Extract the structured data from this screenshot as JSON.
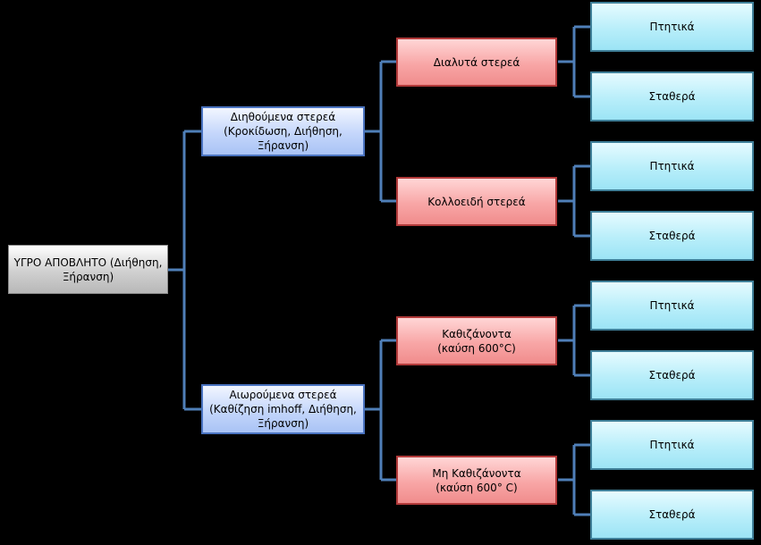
{
  "root": {
    "label": "ΥΓΡΟ ΑΠΟΒΛΗΤΟ (Διήθηση, Ξήρανση)"
  },
  "dissolved_branch": {
    "label": "Διηθούμενα στερεά (Κροκίδωση, Διήθηση, Ξήρανση)",
    "dissolved": {
      "label": "Διαλυτά στερεά",
      "volatile": "Πτητικά",
      "fixed": "Σταθερά"
    },
    "colloidal": {
      "label": "Κολλοειδή στερεά",
      "volatile": "Πτητικά",
      "fixed": "Σταθερά"
    }
  },
  "suspended_branch": {
    "label": "Αιωρούμενα στερεά (Καθίζηση imhoff, Διήθηση, Ξήρανση)",
    "settleable": {
      "label": "Καθιζάνοντα (καύση 600°C)",
      "volatile": "Πτητικά",
      "fixed": "Σταθερά"
    },
    "non_settleable": {
      "label": "Μη Καθιζάνοντα (καύση 600° C)",
      "volatile": "Πτητικά",
      "fixed": "Σταθερά"
    }
  },
  "colors": {
    "background": "#000000",
    "connector": "#4f7fb8",
    "blue_fill": "#c4d6fb",
    "red_fill": "#f8a6a6",
    "cyan_fill": "#b8eefa"
  }
}
